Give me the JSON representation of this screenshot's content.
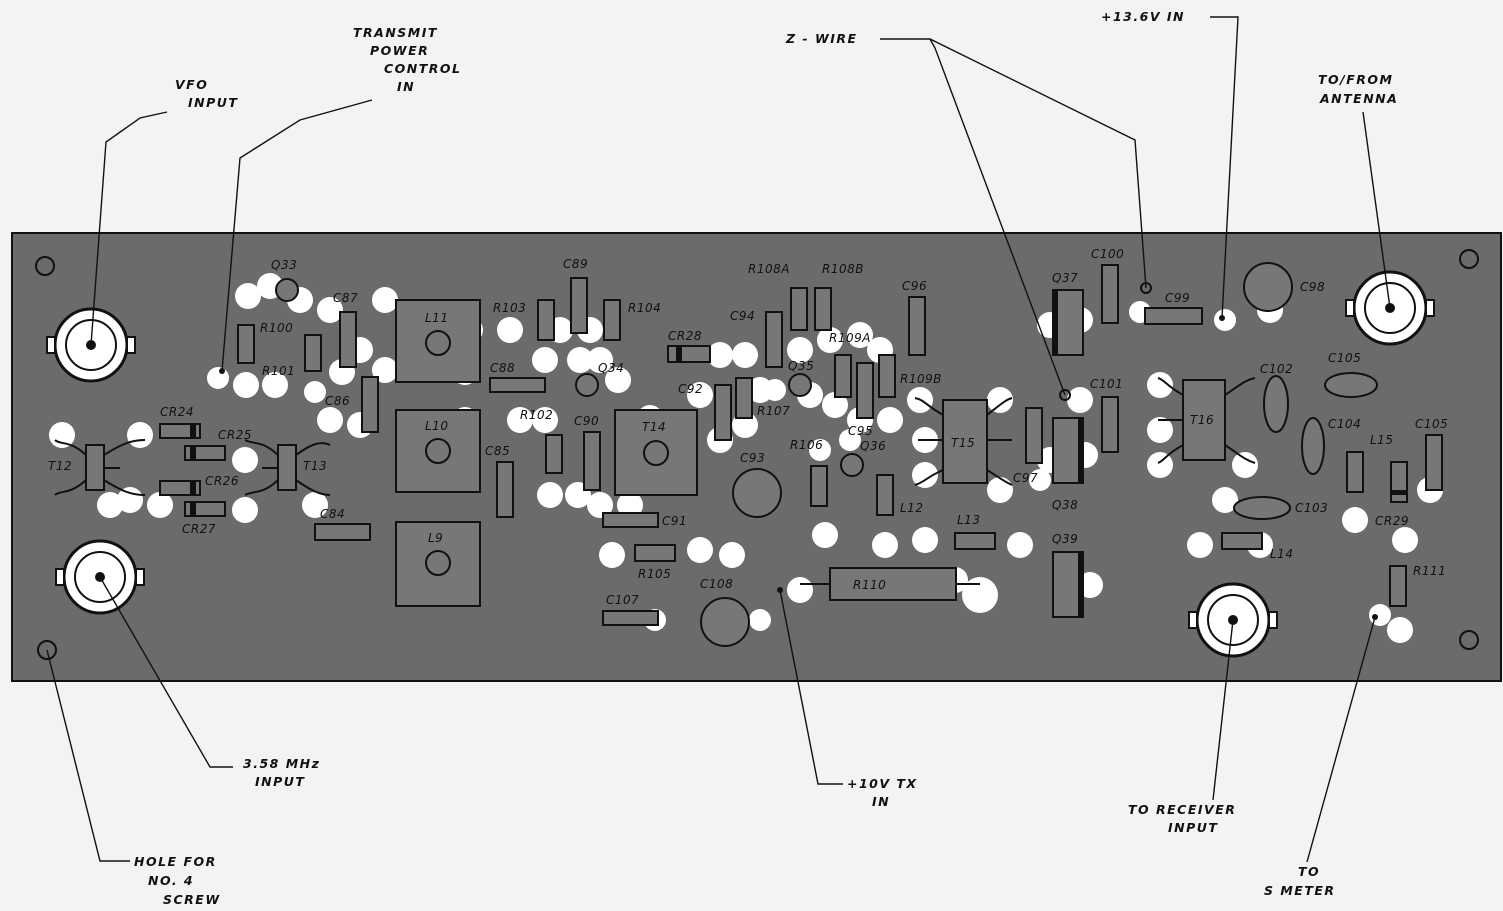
{
  "callouts": {
    "vfo_input": [
      "VFO",
      "INPUT"
    ],
    "transmit_power": [
      "TRANSMIT",
      "POWER",
      "CONTROL",
      "IN"
    ],
    "z_wire": [
      "Z - WIRE"
    ],
    "v136_in": [
      "+13.6V  IN"
    ],
    "to_from_antenna": [
      "TO/FROM",
      "ANTENNA"
    ],
    "input_358": [
      "3.58 MHz",
      "INPUT"
    ],
    "hole_for_screw": [
      "HOLE FOR",
      "NO. 4",
      "SCREW"
    ],
    "v10_tx_in": [
      "+10V TX",
      "IN"
    ],
    "to_receiver_input": [
      "TO  RECEIVER",
      "INPUT"
    ],
    "to_s_meter": [
      "TO",
      "S METER"
    ]
  },
  "components": {
    "Q33": "Q33",
    "C87": "C87",
    "R100": "R100",
    "R101": "R101",
    "C86": "C86",
    "L11": "L11",
    "L10": "L10",
    "L9": "L9",
    "C89": "C89",
    "R103": "R103",
    "R104": "R104",
    "C88": "C88",
    "Q34": "Q34",
    "CR28": "CR28",
    "R102": "R102",
    "C90": "C90",
    "C85": "C85",
    "T14": "T14",
    "C84": "C84",
    "C91": "C91",
    "R105": "R105",
    "C107": "C107",
    "C108": "C108",
    "C94": "C94",
    "C92": "C92",
    "R107": "R107",
    "C93": "C93",
    "R108A": "R108A",
    "R108B": "R108B",
    "C96": "C96",
    "R109A": "R109A",
    "R109B": "R109B",
    "Q35": "Q35",
    "R106": "R106",
    "C95": "C95",
    "Q36": "Q36",
    "L12": "L12",
    "T15": "T15",
    "L13": "L13",
    "R110": "R110",
    "C97": "C97",
    "Q37": "Q37",
    "C100": "C100",
    "C101": "C101",
    "Q38": "Q38",
    "Q39": "Q39",
    "C99": "C99",
    "C98": "C98",
    "T16": "T16",
    "C102": "C102",
    "C103": "C103",
    "C104": "C104",
    "L14": "L14",
    "C105a": "C105",
    "C105b": "C105",
    "L15": "L15",
    "CR29": "CR29",
    "R111": "R111",
    "T12": "T12",
    "T13": "T13",
    "CR24": "CR24",
    "CR25": "CR25",
    "CR26": "CR26",
    "CR27": "CR27"
  },
  "colors": {
    "board": "#6b6b69",
    "pad": "#ffffff",
    "ink": "#111111",
    "paper": "#f3f3f1"
  }
}
